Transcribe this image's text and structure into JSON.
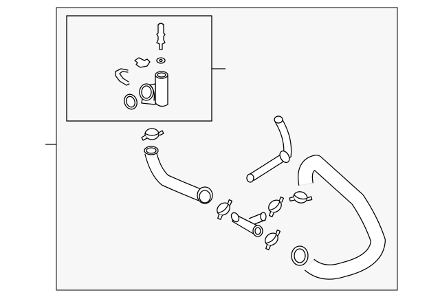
{
  "diagram": {
    "type": "exploded parts diagram",
    "colors": {
      "background": "#f7f7f7",
      "line": "#000000",
      "page": "#ffffff"
    },
    "parts": [
      "sensor",
      "washer",
      "clip",
      "c-clip",
      "thermostat-housing",
      "o-ring",
      "hose-clamp",
      "upper-hose",
      "tee-connector",
      "pipe",
      "lower-hose"
    ]
  }
}
